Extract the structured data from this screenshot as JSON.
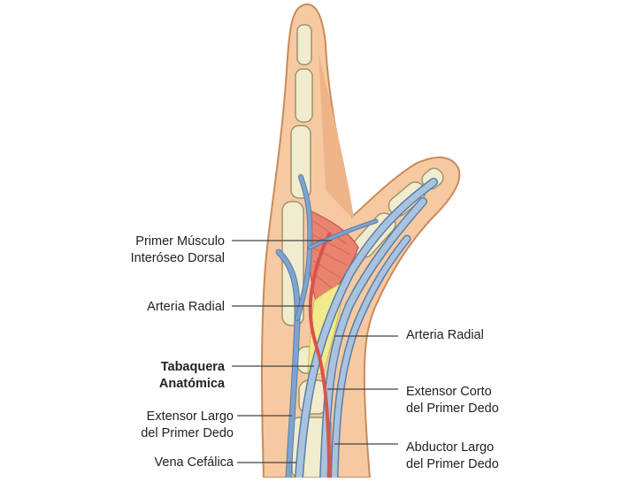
{
  "figure": {
    "labels": [
      {
        "id": "primer-musculo-interoseo-dorsal",
        "text": "Primer Músculo\nInteróseo Dorsal",
        "bold": false
      },
      {
        "id": "arteria-radial-left",
        "text": "Arteria Radial",
        "bold": false
      },
      {
        "id": "tabaquera-anatomica",
        "text": "Tabaquera\nAnatómica",
        "bold": true
      },
      {
        "id": "extensor-largo-primer-dedo",
        "text": "Extensor Largo\ndel Primer Dedo",
        "bold": false
      },
      {
        "id": "vena-cefalica",
        "text": "Vena Cefálica",
        "bold": false
      },
      {
        "id": "arteria-radial-right",
        "text": "Arteria Radial",
        "bold": false
      },
      {
        "id": "extensor-corto-primer-dedo",
        "text": "Extensor Corto\ndel Primer Dedo",
        "bold": false
      },
      {
        "id": "abductor-largo-primer-dedo",
        "text": "Abductor Largo\ndel Primer Dedo",
        "bold": false
      }
    ]
  },
  "colors": {
    "skin": "#f7c9a0",
    "skin_outline": "#c98a5c",
    "bone": "#f1eccd",
    "bone_outline": "#9c9470",
    "tendon": "#a9c3df",
    "tendon_outline": "#5a7fa8",
    "vessel_blue": "#7ea3cf",
    "artery_red": "#d9534f",
    "muscle": "#e9826e",
    "snuffbox": "#f3ea8c",
    "leader": "#444444"
  }
}
